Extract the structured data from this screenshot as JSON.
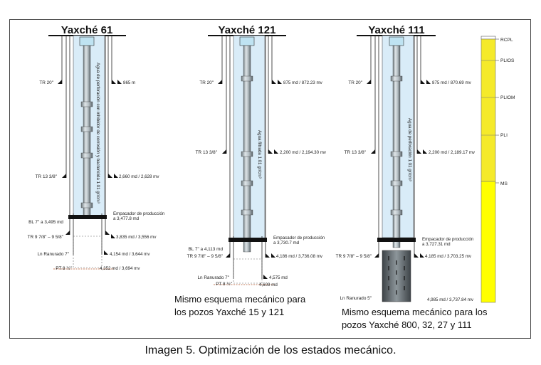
{
  "wells": [
    {
      "title": "Yaxché 61",
      "fluid": "Agua de perforación con inhibidor de corrosión y bactericida 1.01 gr/cm³",
      "left_labels": [
        "TR 20\"",
        "TR 13 3/8\"",
        "BL 7\" a 3,495 md",
        "TR 9 7/8\" – 9 5/8\"",
        "Ln Ranurado 7\"",
        "PT 8 ½\""
      ],
      "right_labels": [
        "865 m",
        "2,660 md / 2,628 mv",
        "Empacador de producción a 3,477.8 md",
        "3,835 md / 3,556 mv",
        "4,154 md / 3,644 mv",
        "4,352 md / 3,694 mv"
      ]
    },
    {
      "title": "Yaxché 121",
      "fluid": "Agua filtrada 1.01 gr/cm³",
      "left_labels": [
        "TR 20\"",
        "TR 13 3/8\"",
        "BL 7\" a 4,113 md",
        "TR 9 7/8\" – 9 5/8\"",
        "Ln Ranurado 7\"",
        "PT 8 ½\""
      ],
      "right_labels": [
        "875 md / 872.23 mv",
        "2,200 md / 2,194.30 mv",
        "Empacador de producción a 3,730.7 md",
        "4,186 md / 3,736.08 mv",
        "4,575 md",
        "4,609 md"
      ],
      "note": [
        "Mismo esquema mecánico para",
        "los pozos Yaxché 15 y 121"
      ]
    },
    {
      "title": "Yaxché 111",
      "fluid": "Agua de perforación 1.01 gr/cm³",
      "left_labels": [
        "TR 20\"",
        "TR 13 3/8\"",
        "TR 9 7/8\" – 9 5/8\"",
        "Ln Ranurado 5\""
      ],
      "right_labels": [
        "875 md / 870.69 mv",
        "2,200 md / 2,189.17 mv",
        "Empacador de producción a 3,727.31 md",
        "4,185 md / 3,703.25 mv",
        "4,985 md / 3,737.84 mv"
      ],
      "note": [
        "Mismo esquema mecánico para los",
        "pozos Yaxché 800, 32, 27 y 111"
      ]
    }
  ],
  "strat": {
    "labels": [
      "RCPL",
      "PLIOS",
      "PLIOM",
      "PLI",
      "MS"
    ],
    "color": "#f5ea2a"
  },
  "colors": {
    "fluid": "#d9ecf8",
    "pipe": "#9aa3a8",
    "line": "#222222"
  },
  "caption": "Imagen 5. Optimización de los estados mecánico."
}
